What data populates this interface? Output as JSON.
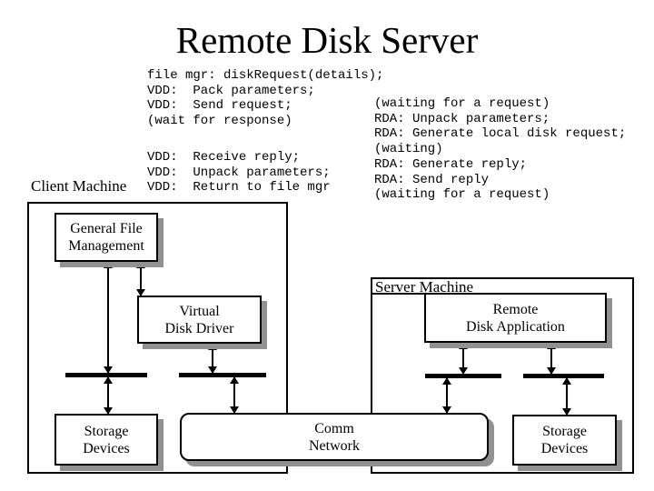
{
  "title": "Remote Disk Server",
  "labels": {
    "client_machine": "Client Machine",
    "server_machine": "Server Machine"
  },
  "code": {
    "client_calls": [
      "file mgr: diskRequest(details);",
      "VDD:  Pack parameters;",
      "VDD:  Send request;",
      "(wait for response)"
    ],
    "client_returns": [
      "VDD:  Receive reply;",
      "VDD:  Unpack parameters;",
      "VDD:  Return to file mgr"
    ],
    "server_steps": [
      "(waiting for a request)",
      "RDA: Unpack parameters;",
      "RDA: Generate local disk request;",
      "(waiting)",
      "RDA: Generate reply;",
      "RDA: Send reply",
      "(waiting for a request)"
    ]
  },
  "boxes": {
    "general_file_management": [
      "General File",
      "Management"
    ],
    "virtual_disk_driver": [
      "Virtual",
      "Disk Driver"
    ],
    "remote_disk_application": [
      "Remote",
      "Disk Application"
    ],
    "storage_devices_client": [
      "Storage",
      "Devices"
    ],
    "comm_network": [
      "Comm",
      "Network"
    ],
    "storage_devices_server": [
      "Storage",
      "Devices"
    ]
  },
  "colors": {
    "background": "#ffffff",
    "line": "#000000",
    "shadow": "#919191"
  }
}
